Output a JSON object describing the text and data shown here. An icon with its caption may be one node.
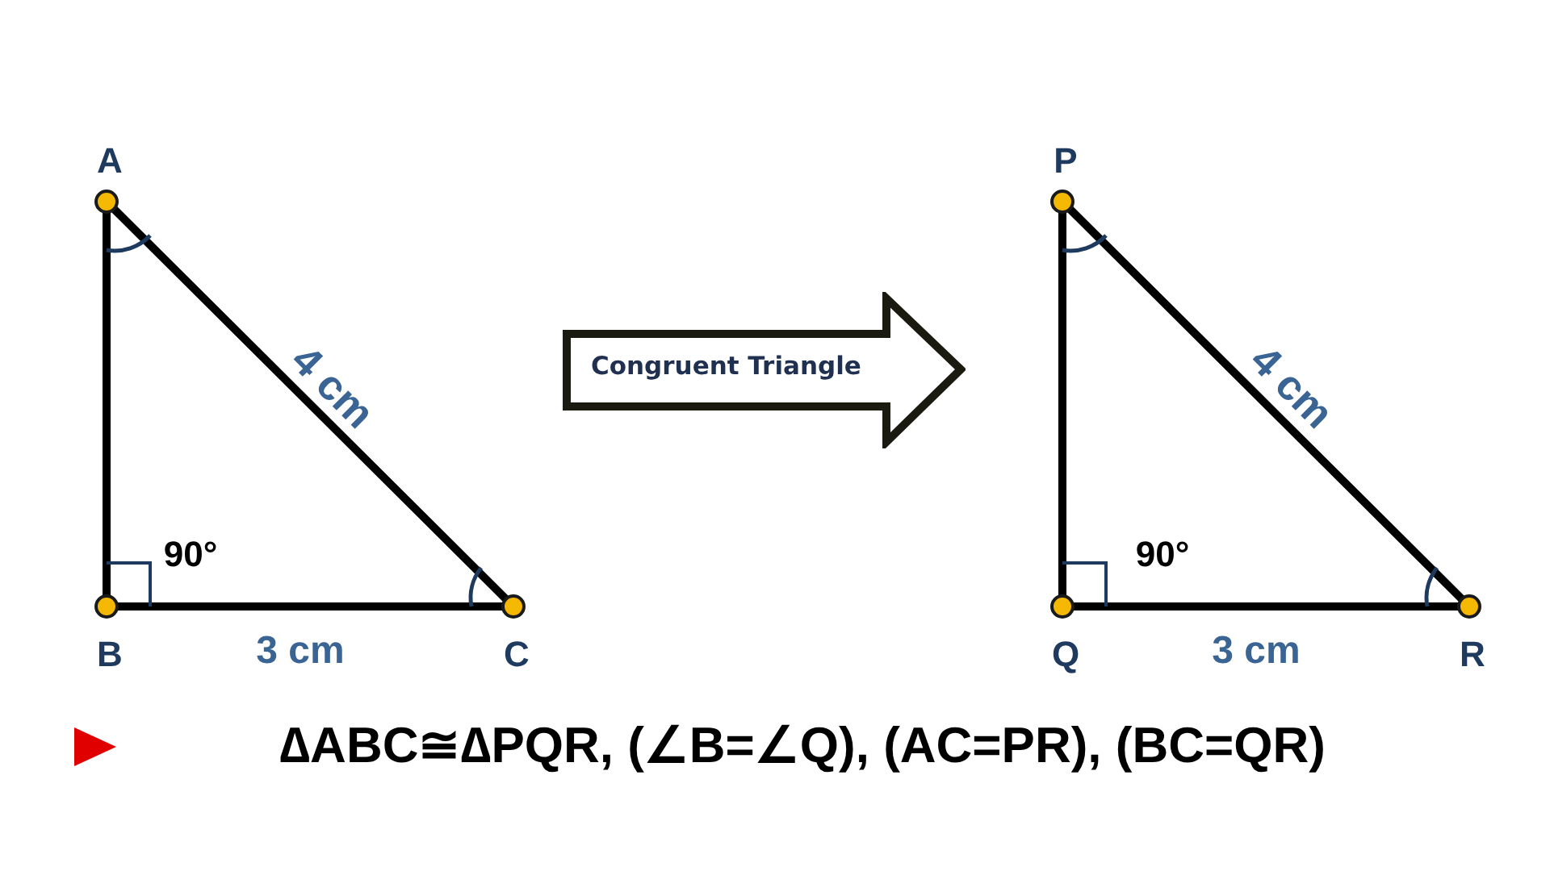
{
  "diagram": {
    "nodes": [
      {
        "text": [
          "Congruent Triangle"
        ]
      }
    ],
    "labels": [
      "A",
      "P",
      "4 cm",
      "4 cm",
      "90°",
      "90°",
      "B",
      "3 cm",
      "C",
      "Q",
      "3 cm",
      "R",
      "∆ABC≅∆PQR, (∠B=∠Q), (AC=PR), (BC=QR)"
    ]
  }
}
